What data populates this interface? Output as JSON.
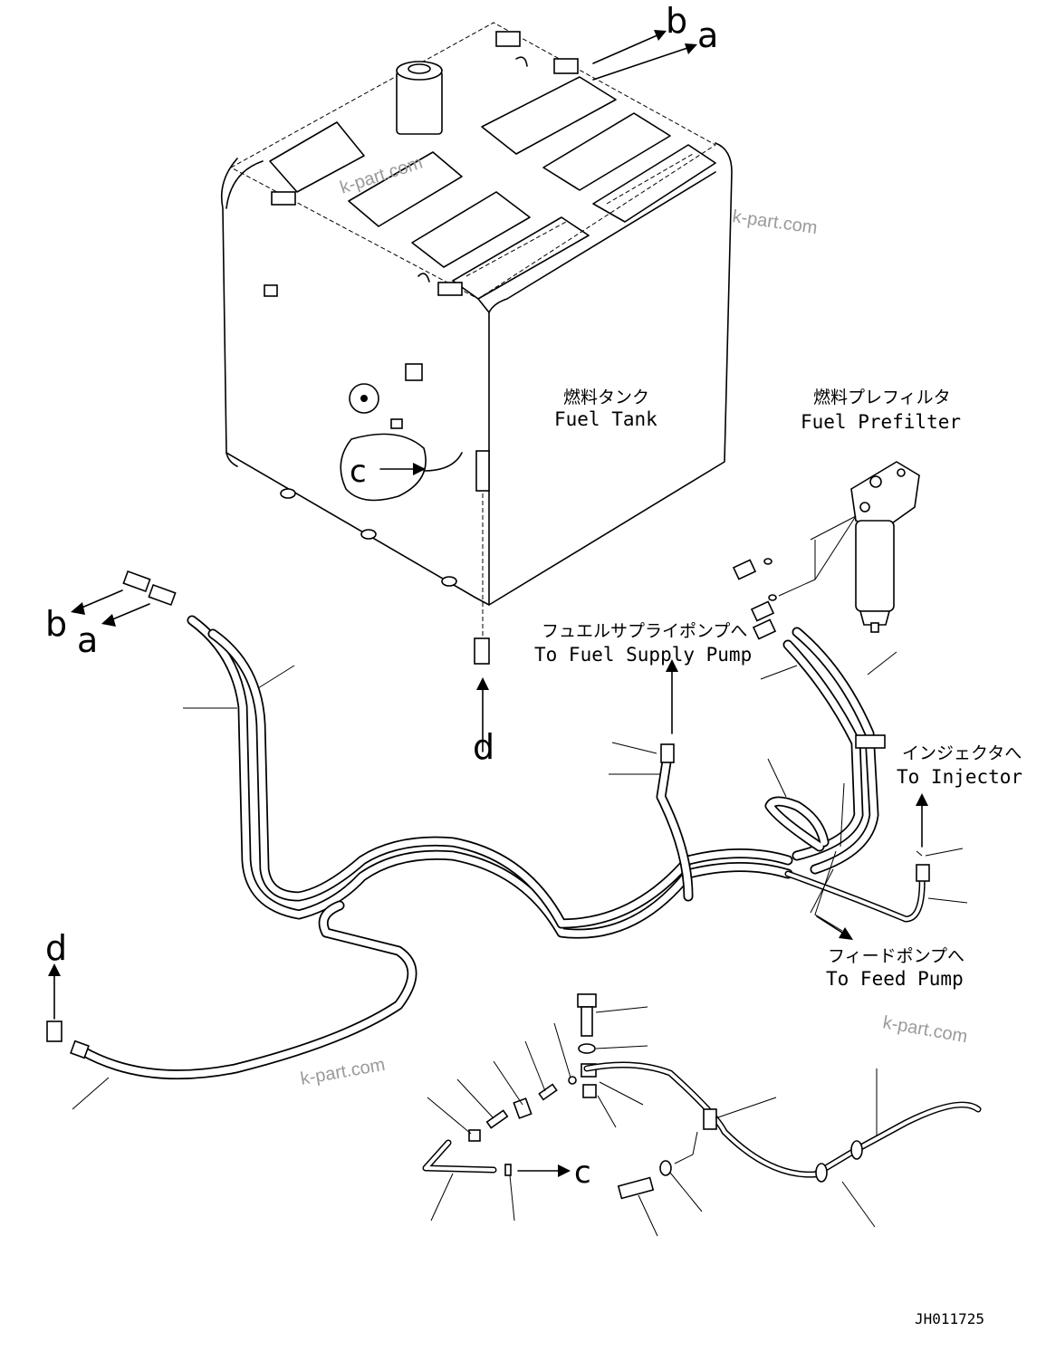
{
  "labels": {
    "fuel_tank_jp": "燃料タンク",
    "fuel_tank_en": "Fuel Tank",
    "prefilter_jp": "燃料プレフィルタ",
    "prefilter_en": "Fuel Prefilter",
    "supply_pump_jp": "フュエルサプライポンプへ",
    "supply_pump_en": "To Fuel Supply Pump",
    "injector_jp": "インジェクタへ",
    "injector_en": "To Injector",
    "feed_pump_jp": "フィードポンプへ",
    "feed_pump_en": "To Feed Pump",
    "doc_code": "JH011725"
  },
  "refs": {
    "b": "b",
    "a": "a",
    "c": "c",
    "d": "d"
  },
  "watermark": "k-part.com",
  "icons": [
    "fuel-tank-drawing",
    "fuel-prefilter-drawing",
    "fuel-hose",
    "arrow"
  ]
}
